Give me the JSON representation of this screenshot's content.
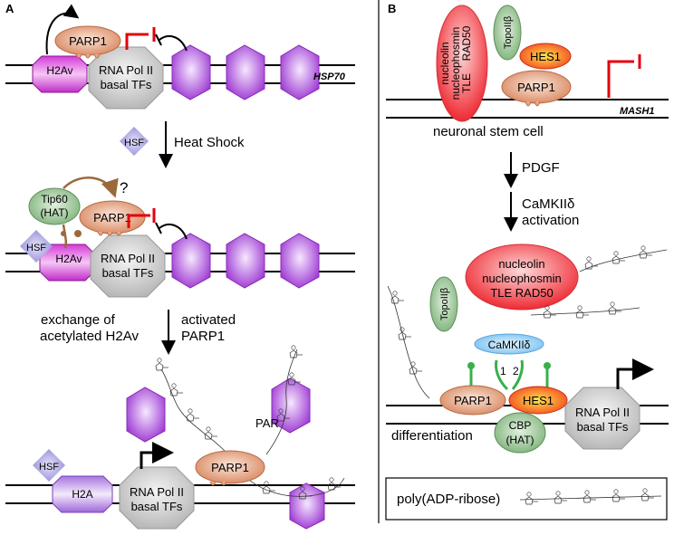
{
  "panel_a": {
    "label": "A",
    "step1": {
      "h2av": "H2Av",
      "parp1": "PARP1",
      "pol_line1": "RNA Pol II",
      "pol_line2": "basal TFs",
      "gene": "HSP70"
    },
    "hsf": "HSF",
    "heat_shock": "Heat Shock",
    "step2": {
      "tip60_line1": "Tip60",
      "tip60_line2": "(HAT)",
      "hsf": "HSF",
      "h2av": "H2Av",
      "parp1": "PARP1",
      "question": "?",
      "pol_line1": "RNA Pol II",
      "pol_line2": "basal TFs"
    },
    "exchange_line1": "exchange of",
    "exchange_line2": "acetylated H2Av",
    "activated_line1": "activated",
    "activated_line2": "PARP1",
    "step3": {
      "par": "PAR",
      "parp1": "PARP1",
      "hsf": "HSF",
      "h2a": "H2A",
      "pol_line1": "RNA Pol II",
      "pol_line2": "basal TFs"
    }
  },
  "panel_b": {
    "label": "B",
    "complex": [
      "nucleolin",
      "nucleophosmin",
      "TLE",
      "RAD50"
    ],
    "topo": "TopoIIβ",
    "hes1": "HES1",
    "parp1": "PARP1",
    "gene": "MASH1",
    "cell": "neuronal stem cell",
    "pdgf": "PDGF",
    "camk_line1": "CaMKIIδ",
    "camk_line2": "activation",
    "complex2_line1": "nucleolin",
    "complex2_line2": "nucleophosmin",
    "complex2_line3": "TLE   RAD50",
    "topo2": "TopoIIβ",
    "camk_badge": "CaMKIIδ",
    "step1": "1",
    "step2": "2",
    "parp1_b": "PARP1",
    "hes1_b": "HES1",
    "cbp_line1": "CBP",
    "cbp_line2": "(HAT)",
    "pol_line1": "RNA Pol II",
    "pol_line2": "basal TFs",
    "differentiation": "differentiation"
  },
  "legend": {
    "label": "poly(ADP-ribose)"
  },
  "colors": {
    "inhibit": "#e3000b",
    "activate": "#000000",
    "nucleosome": "#a13fd6",
    "pol": "#c8c8c8",
    "hsf": "#9c95d8",
    "green_stub": "#38b04a"
  }
}
